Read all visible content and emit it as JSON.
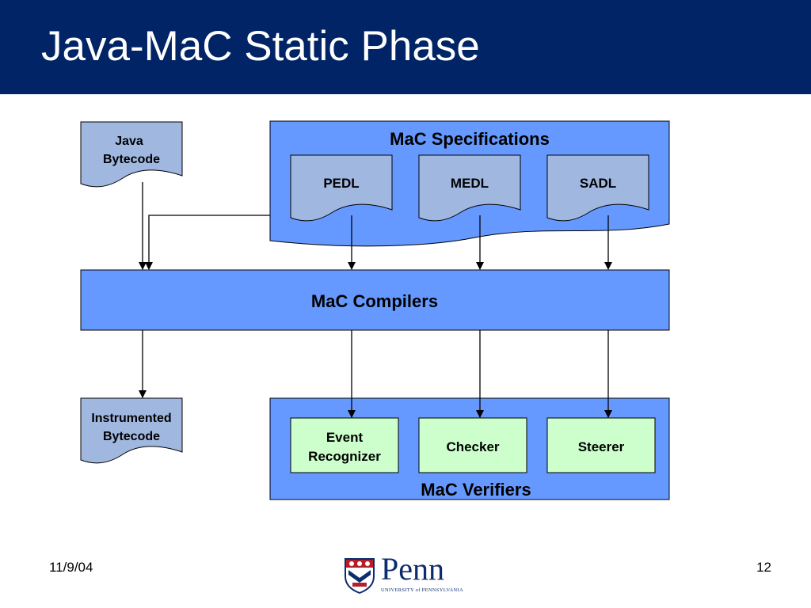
{
  "slide": {
    "title": "Java-MaC Static Phase",
    "footer": {
      "date": "11/9/04",
      "page_number": "12"
    },
    "logo": {
      "name": "Penn",
      "subtitle": "UNIVERSITY of PENNSYLVANIA"
    }
  },
  "diagram": {
    "java_bytecode": [
      "Java",
      "Bytecode"
    ],
    "specifications": {
      "title": "MaC Specifications",
      "docs": [
        "PEDL",
        "MEDL",
        "SADL"
      ]
    },
    "compilers": "MaC Compilers",
    "instrumented_bytecode": [
      "Instrumented",
      "Bytecode"
    ],
    "verifiers": {
      "title": "MaC Verifiers",
      "components": [
        [
          "Event",
          "Recognizer"
        ],
        [
          "Checker"
        ],
        [
          "Steerer"
        ]
      ]
    }
  },
  "colors": {
    "title_bar": "#002466",
    "container_blue": "#6699ff",
    "document_fill": "#a0b8e0",
    "component_fill": "#ccffcc"
  }
}
